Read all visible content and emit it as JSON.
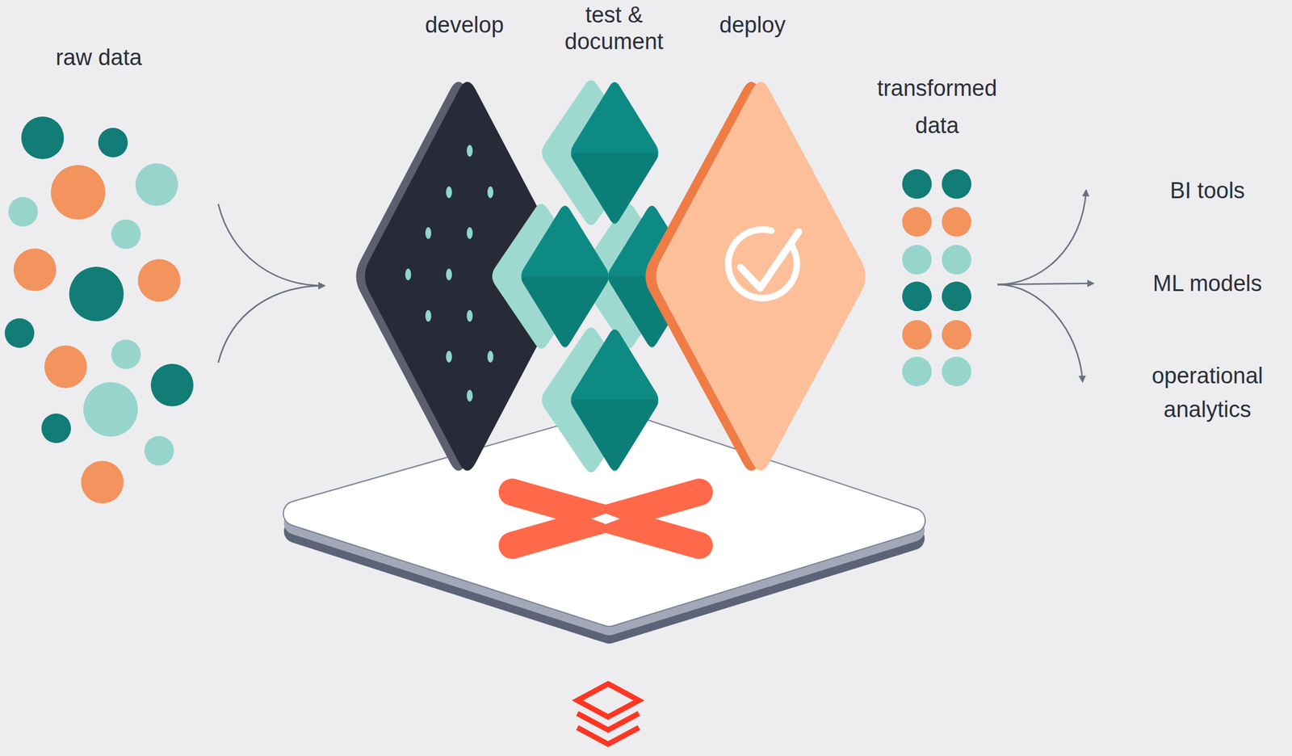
{
  "diagram": {
    "nodes": [
      {
        "text": [
          "develop"
        ]
      },
      {
        "text": [
          "test & document"
        ]
      },
      {
        "text": [
          "deploy"
        ]
      }
    ],
    "labels": [
      "raw data",
      "transformed data",
      "BI tools",
      "ML models",
      "operational analytics"
    ]
  }
}
